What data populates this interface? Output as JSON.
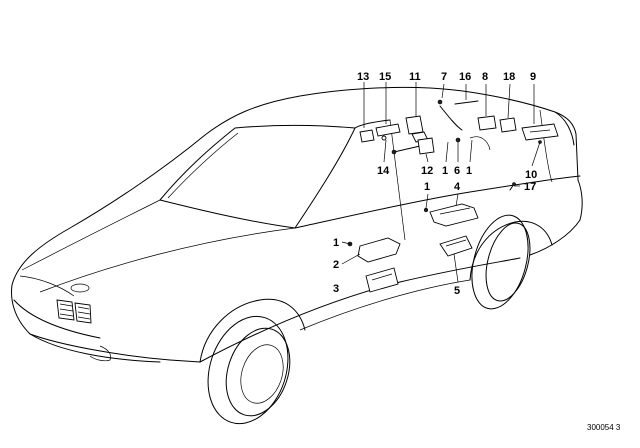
{
  "callouts": [
    {
      "id": "c13",
      "text": "13"
    },
    {
      "id": "c15",
      "text": "15"
    },
    {
      "id": "c11",
      "text": "11"
    },
    {
      "id": "c7",
      "text": "7"
    },
    {
      "id": "c16",
      "text": "16"
    },
    {
      "id": "c8",
      "text": "8"
    },
    {
      "id": "c18",
      "text": "18"
    },
    {
      "id": "c9",
      "text": "9"
    },
    {
      "id": "c14",
      "text": "14"
    },
    {
      "id": "c12",
      "text": "12"
    },
    {
      "id": "c1a",
      "text": "1"
    },
    {
      "id": "c6",
      "text": "6"
    },
    {
      "id": "c1b",
      "text": "1"
    },
    {
      "id": "c10",
      "text": "10"
    },
    {
      "id": "c17",
      "text": "17"
    },
    {
      "id": "c1c",
      "text": "1"
    },
    {
      "id": "c4",
      "text": "4"
    },
    {
      "id": "c1d",
      "text": "1"
    },
    {
      "id": "c2",
      "text": "2"
    },
    {
      "id": "c3",
      "text": "3"
    },
    {
      "id": "c5",
      "text": "5"
    }
  ],
  "diagram_reference": "300054 3"
}
